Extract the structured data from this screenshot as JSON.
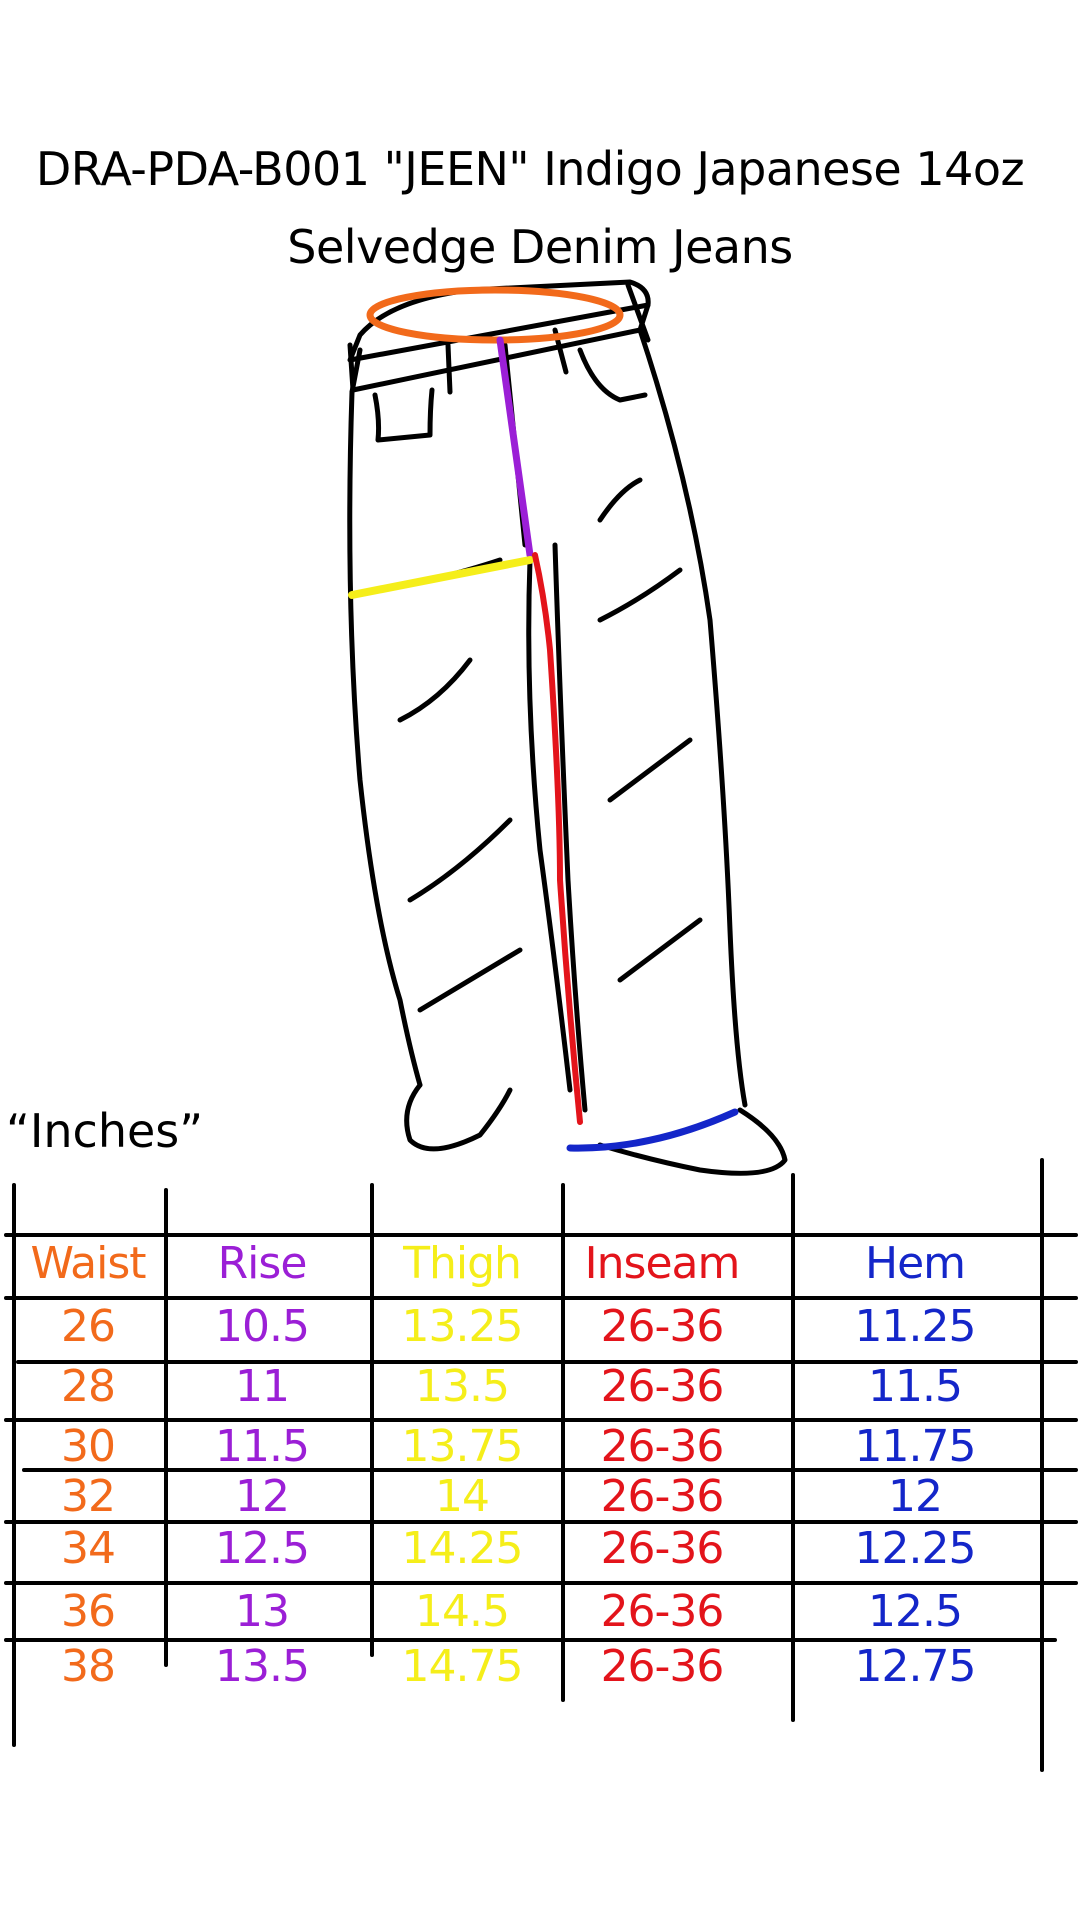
{
  "title": {
    "line1": "DRA-PDA-B001 \"JEEN\" Indigo Japanese 14oz",
    "line2": "Selvedge Denim Jeans"
  },
  "unit_label": "“Inches”",
  "colors": {
    "waist": "#f26a1b",
    "rise": "#9b1fd6",
    "thigh": "#f5ee1a",
    "inseam": "#e3141b",
    "hem": "#1426c9",
    "outline": "#000000"
  },
  "table": {
    "headers": {
      "waist": "Waist",
      "rise": "Rise",
      "thigh": "Thigh",
      "inseam": "Inseam",
      "hem": "Hem"
    },
    "rows": [
      {
        "waist": "26",
        "rise": "10.5",
        "thigh": "13.25",
        "inseam": "26-36",
        "hem": "11.25"
      },
      {
        "waist": "28",
        "rise": "11",
        "thigh": "13.5",
        "inseam": "26-36",
        "hem": "11.5"
      },
      {
        "waist": "30",
        "rise": "11.5",
        "thigh": "13.75",
        "inseam": "26-36",
        "hem": "11.75"
      },
      {
        "waist": "32",
        "rise": "12",
        "thigh": "14",
        "inseam": "26-36",
        "hem": "12"
      },
      {
        "waist": "34",
        "rise": "12.5",
        "thigh": "14.25",
        "inseam": "26-36",
        "hem": "12.25"
      },
      {
        "waist": "36",
        "rise": "13",
        "thigh": "14.5",
        "inseam": "26-36",
        "hem": "12.5"
      },
      {
        "waist": "38",
        "rise": "13.5",
        "thigh": "14.75",
        "inseam": "26-36",
        "hem": "12.75"
      }
    ]
  },
  "illustration": {
    "name": "jeans-drawing",
    "measurement_lines": [
      "waist",
      "rise",
      "thigh",
      "inseam",
      "hem"
    ]
  }
}
